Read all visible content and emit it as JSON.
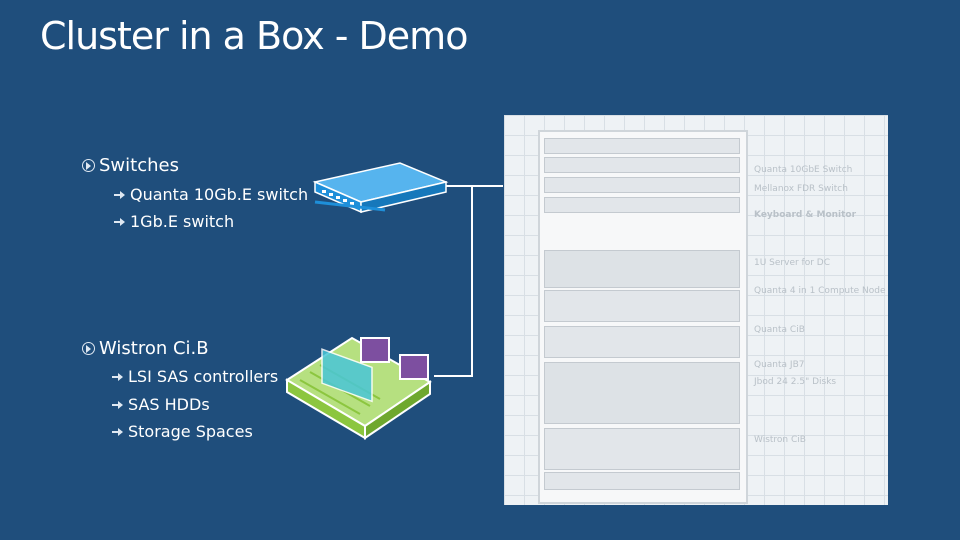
{
  "title": "Cluster in a Box - Demo",
  "bullets": [
    {
      "label": "Switches",
      "children": [
        "Quanta 10Gb.E switch",
        "1Gb.E switch"
      ]
    },
    {
      "label": "Wistron Ci.B",
      "children": [
        "LSI SAS controllers",
        "SAS HDDs",
        "Storage Spaces"
      ]
    }
  ],
  "rack_labels": [
    "Quanta 10GbE Switch",
    "Mellanox FDR Switch",
    "Keyboard & Monitor",
    "1U Server for DC",
    "Quanta 4 in 1 Compute Node",
    "Quanta CiB",
    "Quanta JB7",
    "Jbod 24 2.5\" Disks",
    "Wistron CiB"
  ],
  "colors": {
    "background": "#1f4e7c",
    "switch_icon": "#1e8fd9",
    "cib_icon": "#8cc63f",
    "disk_icon": "#7d4fa0"
  },
  "icons": [
    "switch-icon",
    "cluster-in-a-box-icon"
  ]
}
